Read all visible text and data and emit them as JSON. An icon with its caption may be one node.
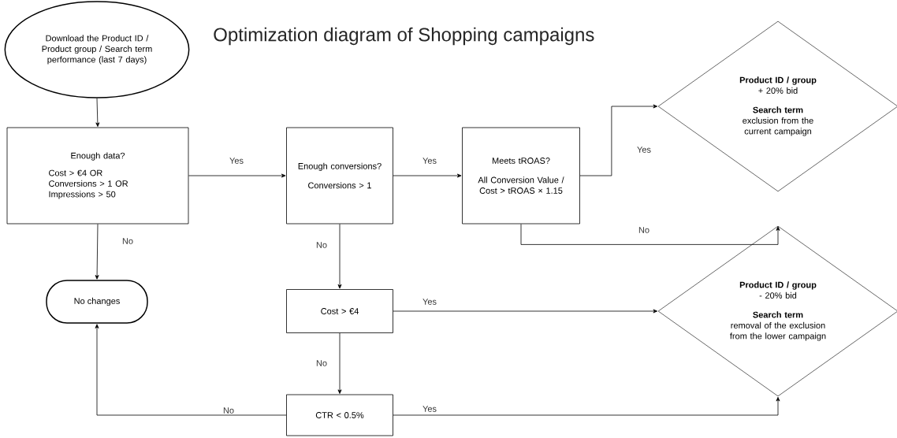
{
  "diagram": {
    "title": "Optimization diagram of Shopping campaigns",
    "nodes": [
      {
        "text": [
          "Download the Product ID / Product group / Search term performance (last 7 days)"
        ]
      },
      {
        "text": [
          "Enough data?",
          "Cost > €4 OR Conversions > 1 OR Impressions > 50"
        ]
      },
      {
        "text": [
          "Enough conversions?",
          "Conversions > 1"
        ]
      },
      {
        "text": [
          "Meets tROAS?",
          "All Conversion Value / Cost > tROAS × 1.15"
        ]
      },
      {
        "text": [
          "Product ID / group",
          "+ 20% bid",
          "Search term",
          "exclusion from the current campaign"
        ]
      },
      {
        "text": [
          "No changes"
        ]
      },
      {
        "text": [
          "Cost > €4"
        ]
      },
      {
        "text": [
          "CTR < 0.5%"
        ]
      },
      {
        "text": [
          "Product ID / group",
          "- 20% bid",
          "Search term",
          "removal of the exclusion from the lower campaign"
        ]
      }
    ],
    "edges": [
      {
        "from": 0,
        "to": 1,
        "arrow": "to"
      },
      {
        "from": 1,
        "to": 2,
        "arrow": "to",
        "label": "Yes"
      },
      {
        "from": 2,
        "to": 3,
        "arrow": "to",
        "label": "Yes"
      },
      {
        "from": 3,
        "to": 4,
        "arrow": "to",
        "label": "Yes"
      },
      {
        "from": 3,
        "to": 8,
        "arrow": "to",
        "label": "No"
      },
      {
        "from": 1,
        "to": 5,
        "arrow": "to",
        "label": "No"
      },
      {
        "from": 2,
        "to": 6,
        "arrow": "to",
        "label": "No"
      },
      {
        "from": 6,
        "to": 8,
        "arrow": "to",
        "label": "Yes"
      },
      {
        "from": 6,
        "to": 7,
        "arrow": "to",
        "label": "No"
      },
      {
        "from": 7,
        "to": 5,
        "arrow": "to",
        "label": "No"
      },
      {
        "from": 7,
        "to": 8,
        "arrow": "to",
        "label": "Yes"
      }
    ]
  }
}
